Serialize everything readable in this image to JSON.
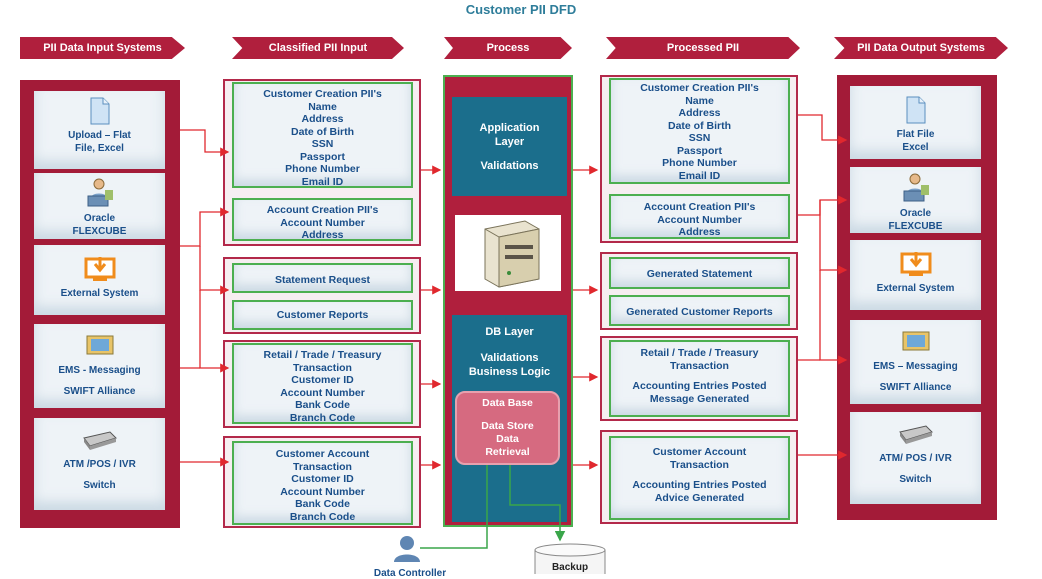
{
  "title": "Customer PII DFD",
  "headers": {
    "input_systems": "PII Data Input Systems",
    "classified": "Classified PII Input",
    "process": "Process",
    "processed": "Processed PII",
    "output_systems": "PII Data Output Systems"
  },
  "input_systems": [
    {
      "icon": "document-icon",
      "lines": [
        "Upload – Flat",
        "File, Excel"
      ]
    },
    {
      "icon": "user-at-computer-icon",
      "lines": [
        "Oracle",
        "FLEXCUBE"
      ]
    },
    {
      "icon": "download-monitor-icon",
      "lines": [
        "External System"
      ]
    },
    {
      "icon": "messaging-device-icon",
      "lines": [
        "EMS - Messaging",
        "",
        "SWIFT Alliance"
      ]
    },
    {
      "icon": "switch-device-icon",
      "lines": [
        "ATM /POS / IVR",
        "",
        "Switch"
      ]
    }
  ],
  "classified": {
    "customer_creation": [
      "Customer Creation PII's",
      "Name",
      "Address",
      "Date of Birth",
      "SSN",
      "Passport",
      "Phone Number",
      "Email ID"
    ],
    "account_creation": [
      "Account Creation PII's",
      "Account Number",
      "Address"
    ],
    "statement_request": "Statement Request",
    "customer_reports": "Customer Reports",
    "retail": [
      "Retail / Trade / Treasury",
      "Transaction",
      "Customer ID",
      "Account Number",
      "Bank Code",
      "Branch Code"
    ],
    "customer_account": [
      "Customer Account",
      "Transaction",
      "Customer ID",
      "Account Number",
      "Bank Code",
      "Branch Code"
    ]
  },
  "process": {
    "app_layer": [
      "Application",
      "Layer",
      "",
      "Validations"
    ],
    "server_icon": "server-icon",
    "db_layer": [
      "DB Layer",
      "",
      "Validations",
      "Business Logic"
    ],
    "database": [
      "Data Base",
      "",
      "Data Store",
      "Data",
      "Retrieval"
    ]
  },
  "processed": {
    "customer_creation": [
      "Customer Creation PII's",
      "Name",
      "Address",
      "Date of Birth",
      "SSN",
      "Passport",
      "Phone Number",
      "Email ID"
    ],
    "account_creation": [
      "Account Creation PII's",
      "Account Number",
      "Address"
    ],
    "generated_statement": "Generated Statement",
    "generated_reports": "Generated Customer Reports",
    "retail": [
      "Retail / Trade / Treasury",
      "Transaction",
      "",
      "Accounting Entries Posted",
      "Message Generated"
    ],
    "customer_account": [
      "Customer Account",
      "Transaction",
      "",
      "Accounting Entries Posted",
      "Advice Generated"
    ]
  },
  "output_systems": [
    {
      "icon": "document-icon",
      "lines": [
        "Flat File",
        "Excel"
      ]
    },
    {
      "icon": "user-at-computer-icon",
      "lines": [
        "Oracle",
        "FLEXCUBE"
      ]
    },
    {
      "icon": "download-monitor-icon",
      "lines": [
        "External System"
      ]
    },
    {
      "icon": "messaging-device-icon",
      "lines": [
        "EMS – Messaging",
        "",
        "SWIFT Alliance"
      ]
    },
    {
      "icon": "switch-device-icon",
      "lines": [
        "ATM/ POS / IVR",
        "",
        "Switch"
      ]
    }
  ],
  "bottom": {
    "person_label": "Data Controller",
    "backup_label": "Backup"
  },
  "colors": {
    "maroon": "#a31b38",
    "green_border": "#4caf50",
    "teal": "#1b6e8c",
    "blue_text": "#1a4f8a",
    "arrow": "#e0282e"
  }
}
